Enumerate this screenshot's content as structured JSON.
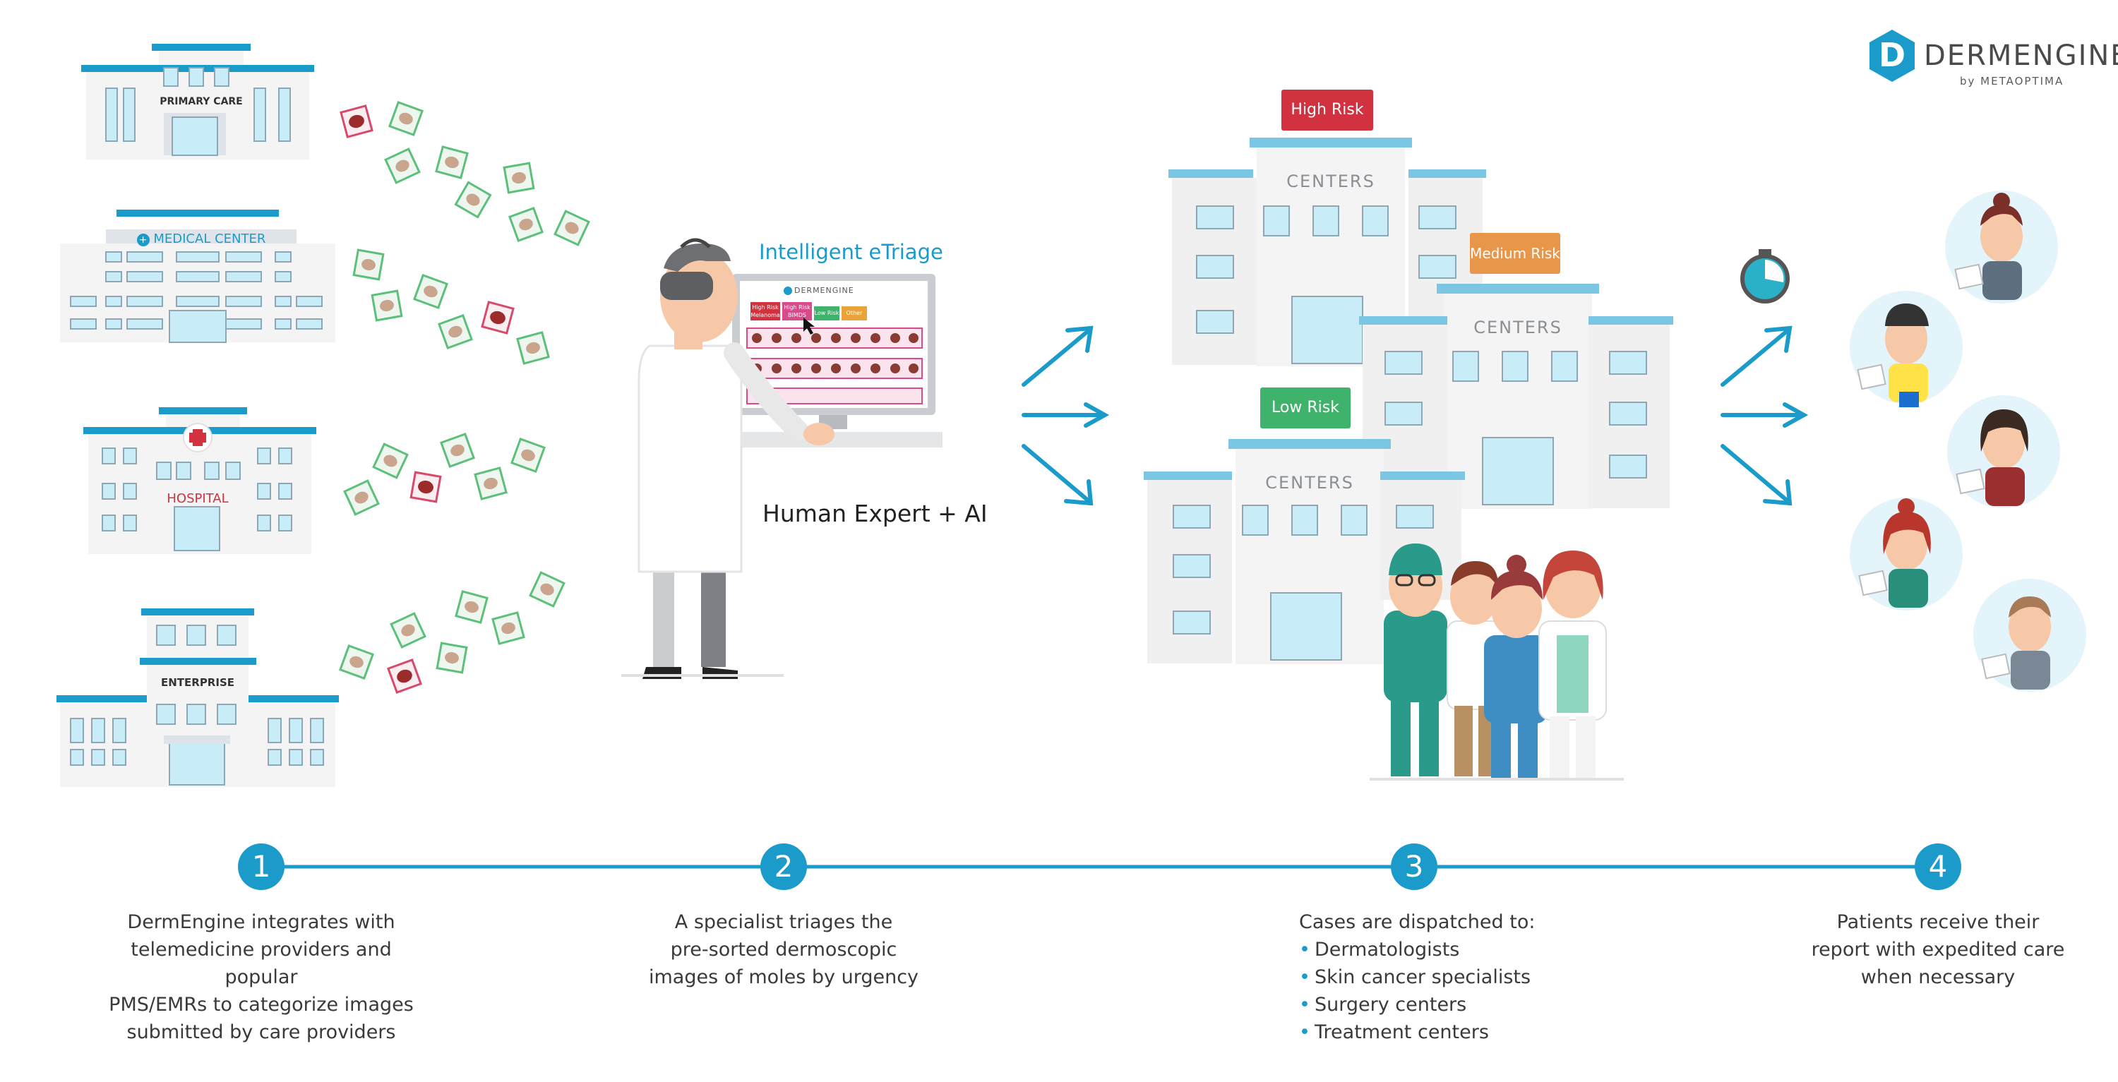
{
  "brand": {
    "name": "DERMENGINE",
    "trademark": "™",
    "sub": "by METAOPTIMA",
    "logo_letter": "D"
  },
  "providers": {
    "primary_care": "PRIMARY CARE",
    "medical_center": "MEDICAL CENTER",
    "hospital": "HOSPITAL",
    "enterprise": "ENTERPRISE"
  },
  "triage": {
    "title": "Intelligent eTriage",
    "caption": "Human Expert + AI",
    "screen_logo": "DERMENGINE",
    "screen_buttons": [
      "High Risk Melanoma",
      "High Risk BIMDS",
      "Low Risk",
      "Other"
    ]
  },
  "centers": {
    "label": "CENTERS",
    "badges": {
      "high": "High Risk",
      "medium": "Medium Risk",
      "low": "Low Risk"
    }
  },
  "colors": {
    "accent": "#1a9bc9",
    "high": "#d2323f",
    "medium": "#e8964a",
    "low": "#3fb36b"
  },
  "steps": [
    {
      "number": "1",
      "text": [
        "DermEngine integrates with",
        "telemedicine providers and popular",
        "PMS/EMRs to categorize images",
        "submitted by care providers"
      ]
    },
    {
      "number": "2",
      "text": [
        "A specialist triages the",
        "pre-sorted dermoscopic",
        "images of moles by urgency"
      ]
    },
    {
      "number": "3",
      "intro": "Cases are dispatched to:",
      "bullets": [
        "Dermatologists",
        "Skin cancer specialists",
        "Surgery centers",
        "Treatment centers"
      ]
    },
    {
      "number": "4",
      "text": [
        "Patients receive their",
        "report with expedited care",
        "when necessary"
      ]
    }
  ]
}
